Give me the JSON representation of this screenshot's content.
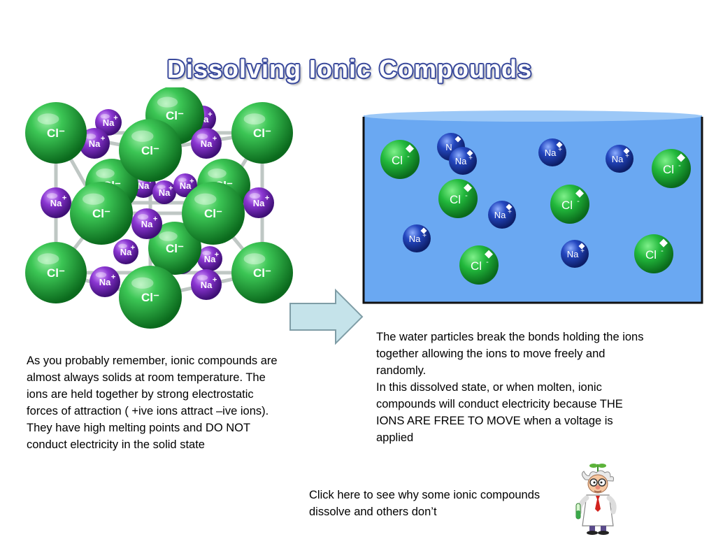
{
  "slide": {
    "title": "Dissolving Ionic Compounds",
    "left_paragraph": "As you probably remember, ionic compounds are almost always solids at room temperature. The ions are held together by strong electrostatic forces of attraction ( +ive ions attract –ive ions). They have high melting points and DO NOT conduct electricity in the solid state",
    "right_paragraph_1": "The water particles break the bonds holding the ions together allowing the ions to move freely and randomly.",
    "right_paragraph_2": "In this dissolved state, or when molten, ionic compounds will conduct electricity because THE IONS ARE FREE TO MOVE when a voltage is applied",
    "link_text": "Click here to see why some ionic compounds dissolve and others don’t"
  },
  "ions": {
    "chloride_base": "Cl",
    "chloride_charge": "-",
    "chloride_lattice_label": "Cl⁻",
    "sodium_base": "Na",
    "sodium_charge": "+",
    "sodium_partial": "N"
  },
  "colors": {
    "chloride": "#1fae3a",
    "sodium_lattice": "#7a2bbf",
    "sodium_solution": "#1e3ba8",
    "water": "#6aa8f2",
    "arrow": "#c5e3ea",
    "title_outline": "#3a4a9c"
  },
  "icons": {
    "arrow": "right-arrow-icon",
    "scientist": "scientist-icon"
  }
}
